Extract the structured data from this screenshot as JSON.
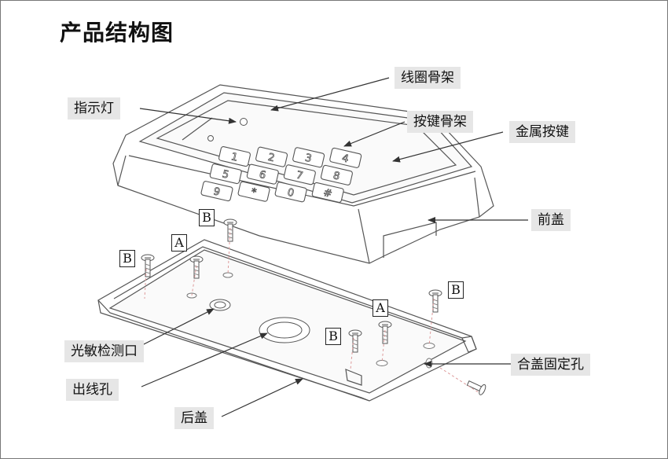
{
  "title": "产品结构图",
  "callouts": {
    "coil_frame": "线圈骨架",
    "indicator_light": "指示灯",
    "key_frame": "按键骨架",
    "metal_keys": "金属按键",
    "front_cover": "前盖",
    "light_sensor": "光敏检测口",
    "cable_hole": "出线孔",
    "back_cover": "后盖",
    "cover_fix_hole": "合盖固定孔"
  },
  "screw_tags": [
    "B",
    "A",
    "B",
    "A",
    "B",
    "B"
  ],
  "keypad_keys": [
    "1",
    "2",
    "3",
    "4",
    "5",
    "6",
    "7",
    "8",
    "9",
    "*",
    "0",
    "#"
  ]
}
